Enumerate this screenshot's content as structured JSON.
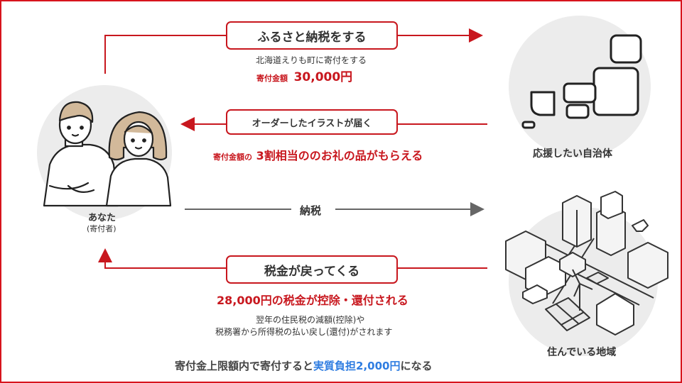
{
  "top_flow": {
    "label": "ふるさと納税をする",
    "sub": "北海道えりも町に寄付をする",
    "amount_prefix": "寄付金額",
    "amount": "30,000円"
  },
  "illustration_flow": {
    "label": "オーダーしたイラストが届く",
    "benefit_prefix": "寄付金額の",
    "benefit_main": "3割相当ののお礼の品がもらえる"
  },
  "tax_flow": {
    "label": "納税"
  },
  "refund_flow": {
    "label": "税金が戻ってくる",
    "headline": "28,000円の税金が控除・還付される",
    "note_line1": "翌年の住民税の減額(控除)や",
    "note_line2": "税務署から所得税の払い戻し(還付)がされます"
  },
  "you": {
    "label": "あなた",
    "sublabel": "(寄付者)"
  },
  "municipality": {
    "label": "応援したい自治体"
  },
  "region": {
    "label": "住んでいる地域"
  },
  "footer": {
    "prefix": "寄付金上限額内で寄付すると",
    "highlight": "実質負担2,000円",
    "suffix": "になる"
  },
  "colors": {
    "accent_red": "#c8171e",
    "highlight_blue": "#2f7de1",
    "gray_arrow": "#666666"
  }
}
